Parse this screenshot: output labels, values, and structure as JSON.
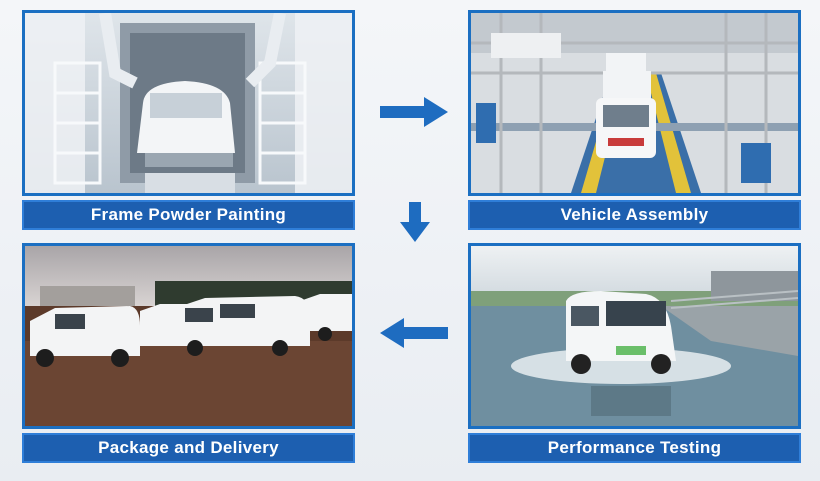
{
  "steps": [
    {
      "id": "frame-powder-painting",
      "label": "Frame Powder Painting"
    },
    {
      "id": "vehicle-assembly",
      "label": "Vehicle Assembly"
    },
    {
      "id": "performance-testing",
      "label": "Performance Testing"
    },
    {
      "id": "package-and-delivery",
      "label": "Package and Delivery"
    }
  ],
  "flow": [
    "right",
    "down",
    "left"
  ],
  "colors": {
    "frame_border": "#1b6fc2",
    "caption_bg": "#1d5fb0",
    "arrow": "#1e6cc0",
    "caption_text": "#ffffff"
  },
  "icons": [
    "arrow-right-icon",
    "arrow-down-icon",
    "arrow-left-icon"
  ]
}
